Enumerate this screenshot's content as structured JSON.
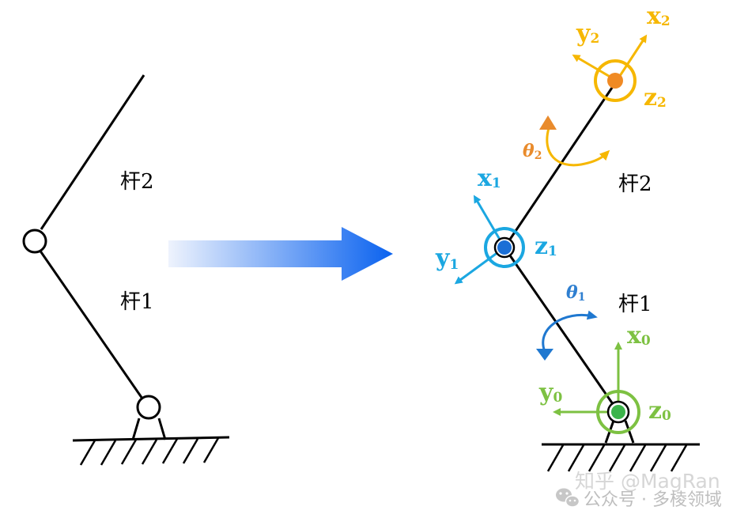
{
  "left_diagram": {
    "link1_label": "杆1",
    "link2_label": "杆2"
  },
  "right_diagram": {
    "link1_label": "杆1",
    "link2_label": "杆2",
    "frame0": {
      "x": "x",
      "x_sub": "0",
      "y": "y",
      "y_sub": "0",
      "z": "z",
      "z_sub": "0",
      "color": "#7dc142"
    },
    "frame1": {
      "x": "x",
      "x_sub": "1",
      "y": "y",
      "y_sub": "1",
      "z": "z",
      "z_sub": "1",
      "color": "#1ba7e1"
    },
    "frame2": {
      "x": "x",
      "x_sub": "2",
      "y": "y",
      "y_sub": "2",
      "z": "z",
      "z_sub": "2",
      "color": "#f6b700"
    },
    "theta1": {
      "symbol": "θ",
      "sub": "1",
      "color": "#2f7fd0",
      "arrow_color": "#1f78d0"
    },
    "theta2": {
      "symbol": "θ",
      "sub": "2",
      "color": "#e98b2c",
      "arrow_color": "#f6b700"
    },
    "joint0_color": "#3cb44b",
    "joint1_color": "#1b6fd6",
    "joint2_color": "#f08a24"
  },
  "arrow": {
    "color_start": "#eef3fd",
    "color_end": "#0a62ef"
  },
  "watermark": {
    "line1": "知乎 @MagRan",
    "line2": "公众号 · 多棱领域"
  }
}
